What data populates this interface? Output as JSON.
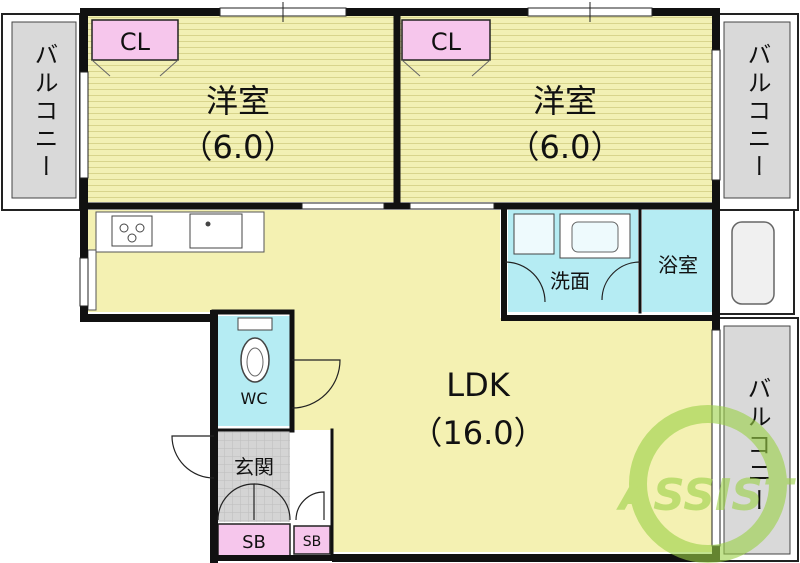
{
  "rooms": {
    "western_left": {
      "name": "洋室",
      "size": "（6.0）"
    },
    "western_right": {
      "name": "洋室",
      "size": "（6.0）"
    },
    "ldk": {
      "name": "LDK",
      "size": "（16.0）"
    },
    "washroom": {
      "name": "洗面"
    },
    "bathroom": {
      "name": "浴室"
    },
    "wc": {
      "name": "WC"
    },
    "entrance": {
      "name": "玄関"
    }
  },
  "storage": {
    "closet_left": "CL",
    "closet_right": "CL",
    "shoebox_large": "SB",
    "shoebox_small": "SB"
  },
  "balconies": {
    "left": "バルコニー",
    "right_top": "バルコニー",
    "right_bottom": "バルコニー"
  },
  "watermark": "ASSIST",
  "colors": {
    "western_floor": "#f2f0b4",
    "ldk_floor": "#f4f1b2",
    "wet_area": "#b5ecf3",
    "closet": "#f6c6ec",
    "balcony": "#d9d9d9",
    "entrance_tile": "#d4d4d4",
    "wall": "#111111",
    "watermark": "#9bd146"
  }
}
